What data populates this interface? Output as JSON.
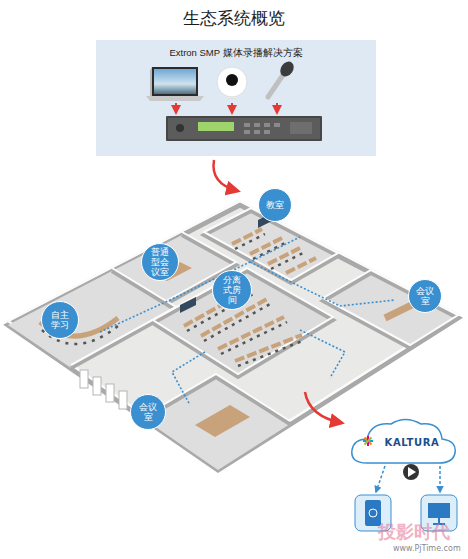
{
  "diagram": {
    "title": "生态系统概览",
    "nodes": [
      {
        "text": [
          "Extron SMP 媒体录播解决方案"
        ]
      },
      {
        "text": [
          "教室"
        ]
      },
      {
        "text": [
          "普通型会议室"
        ]
      },
      {
        "text": [
          "分离式房间"
        ]
      },
      {
        "text": [
          "会议室"
        ]
      },
      {
        "text": [
          "自主学习"
        ]
      },
      {
        "text": [
          "会议室"
        ]
      },
      {
        "text": [
          "KALTURA"
        ]
      }
    ],
    "labels": [
      "投影时代",
      "www.PjTime.com"
    ]
  }
}
